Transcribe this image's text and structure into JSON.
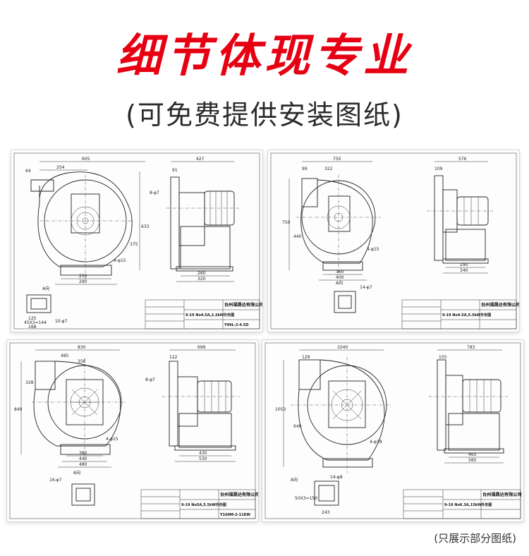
{
  "headline": "细节体现专业",
  "subtitle": "(可免费提供安装图纸)",
  "footnote": "(只展示部分图纸)",
  "colors": {
    "headline": "#e60012",
    "subtitle": "#2b2b2b",
    "line": "#222222"
  },
  "drawings": [
    {
      "company": "台州福晟达有限公司",
      "model": "9-19 No4.5A,2.2kW外形图",
      "code": "Y90L-2-4.5D",
      "view_label": "A向",
      "dims": {
        "d605": "605",
        "d254": "254",
        "d64": "64",
        "d427": "427",
        "d91": "91",
        "d375": "375",
        "d633": "633",
        "d8phi7": "8-φ7",
        "d4phi15": "4-φ15",
        "d250": "250",
        "d290": "290",
        "d260": "260",
        "d320": "320",
        "d45x2": "45X3=144",
        "d168": "168",
        "d125": "125",
        "d10phi7": "10-φ7"
      }
    },
    {
      "company": "台州福晟达有限公司",
      "model": "9-19 No4.5A,5.5kW外形图",
      "code": "",
      "view_label": "A向",
      "dims": {
        "d750": "750",
        "d99": "99",
        "d322": "322",
        "d109": "109",
        "d576": "576",
        "d750v": "750",
        "d440": "440",
        "d4phi15": "4-φ15",
        "d360": "360",
        "d400": "400",
        "d290": "290",
        "d340": "340",
        "d14phi7": "14-φ7"
      }
    },
    {
      "company": "台州福晟达有限公司",
      "model": "9-19 No5A,5.5kW外形图",
      "code": "Y160M-2-11KW",
      "view_label": "A向",
      "dims": {
        "d830": "830",
        "d485": "485",
        "d356": "356",
        "d699": "699",
        "d122": "122",
        "d328": "328",
        "d849": "849",
        "d8phi7": "8-φ7",
        "d380": "380",
        "d440": "440",
        "d480": "480",
        "d4phi15": "4-φ15",
        "d430": "430",
        "d530": "530",
        "d16phi7": "16-φ7"
      }
    },
    {
      "company": "台州福晟达有限公司",
      "model": "9-19 No6.3A,15kW外形图",
      "code": "",
      "view_label": "A向",
      "dims": {
        "d1040": "1040",
        "d783": "783",
        "d129": "129",
        "d155": "155",
        "d1053": "1053",
        "d640": "640",
        "d4phi18": "4-φ18",
        "d465": "465",
        "d585": "585",
        "d14phi8": "14-φ8",
        "d50x3": "50X3=150",
        "d243": "243"
      }
    }
  ]
}
